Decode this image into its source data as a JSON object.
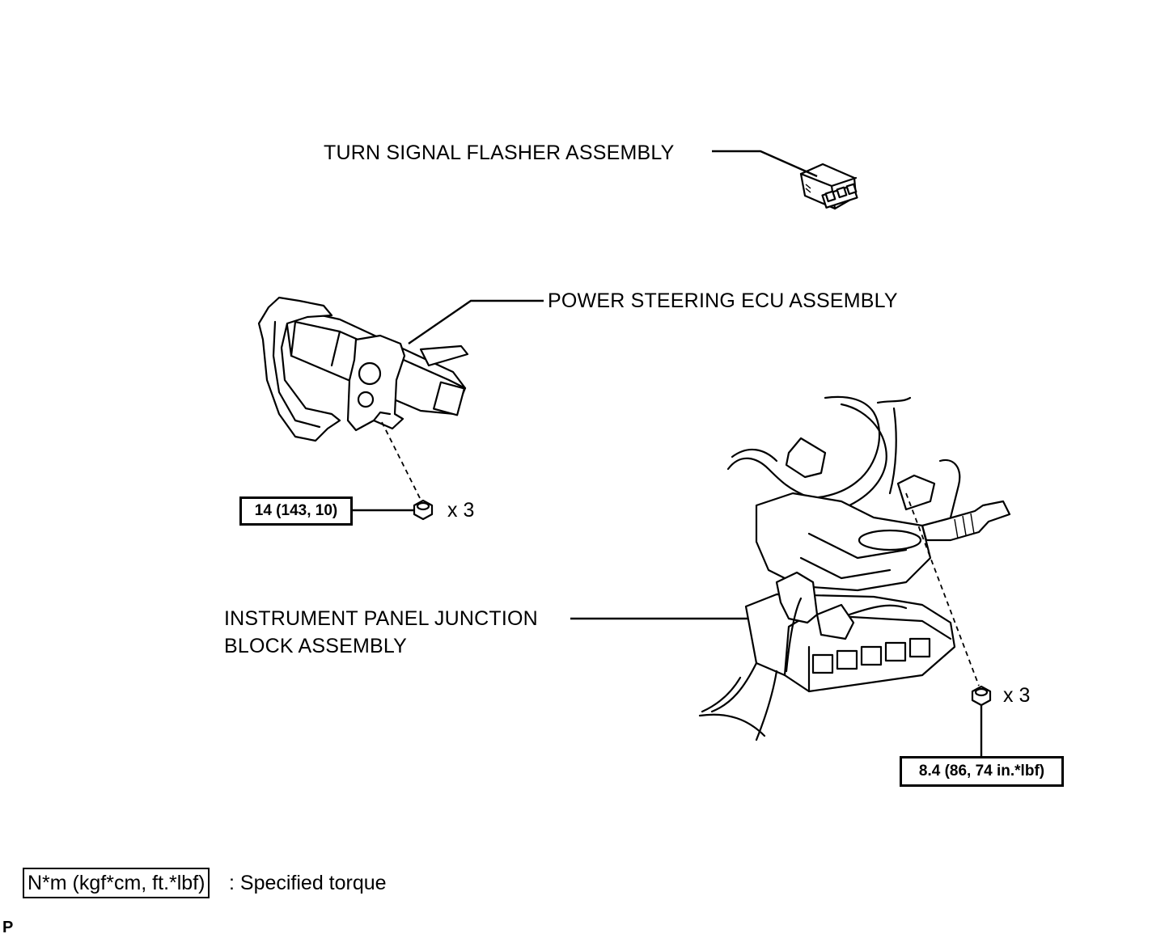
{
  "labels": {
    "turn_signal": "TURN SIGNAL FLASHER ASSEMBLY",
    "ecu": "POWER STEERING ECU ASSEMBLY",
    "junction_line1": "INSTRUMENT PANEL JUNCTION",
    "junction_line2": "BLOCK ASSEMBLY"
  },
  "torques": {
    "ecu_nut": "14 (143, 10)",
    "junction_nut": "8.4 (86, 74 in.*lbf)"
  },
  "quantities": {
    "ecu_nut": "x 3",
    "junction_nut": "x 3"
  },
  "legend": {
    "box": "N*m (kgf*cm, ft.*lbf)",
    "text": ": Specified torque"
  },
  "corner_code": "P"
}
